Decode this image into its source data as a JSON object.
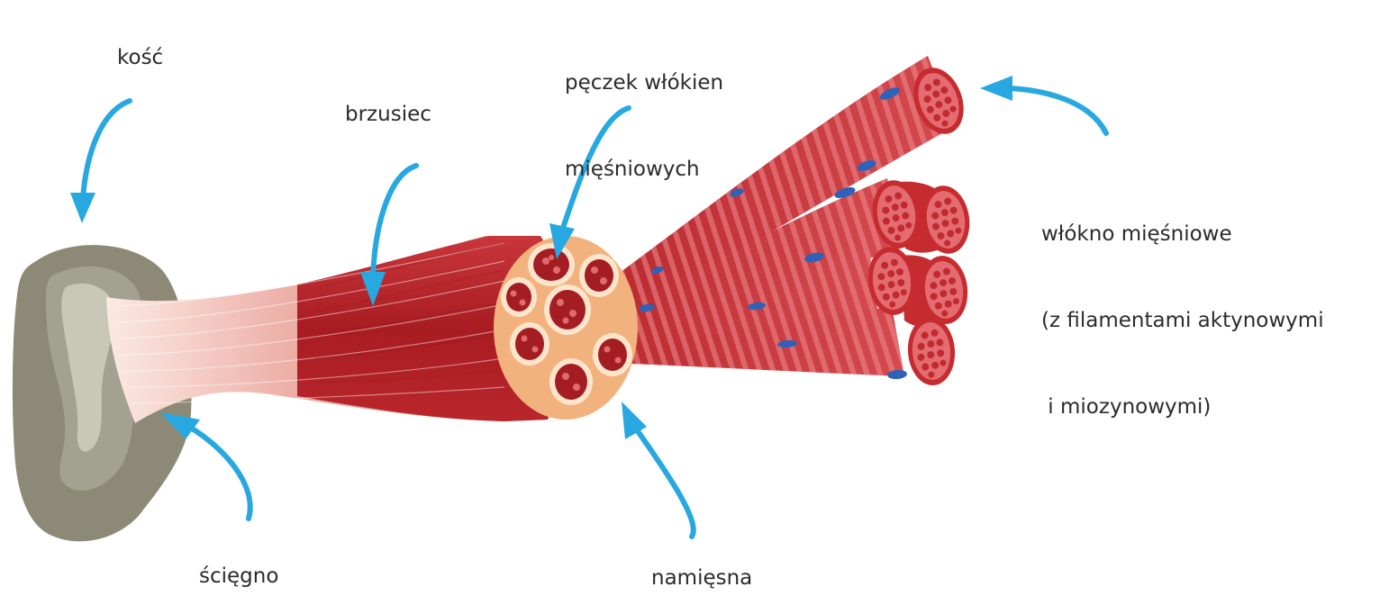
{
  "labels": {
    "bone": "kość",
    "belly": "brzusiec",
    "fascicle": [
      "pęczek włókien",
      "mięśniowych"
    ],
    "fiber": [
      "włókno mięśniowe",
      "(z filamentami aktynowymi",
      " i miozynowymi)"
    ],
    "tendon": "ścięgno",
    "epimysium": "namięsna"
  },
  "colors": {
    "arrow": "#27a8e0",
    "bone": "#8c8a76",
    "bone_light": "#c9c7b6",
    "muscle": "#b72227",
    "muscle_light": "#d9585c",
    "tendon": "#f1d2c8",
    "fascia": "#f2b27e",
    "fascia_inner": "#fde5cc",
    "fiber_end": "#e0676b",
    "nucleus": "#2d62b8"
  }
}
